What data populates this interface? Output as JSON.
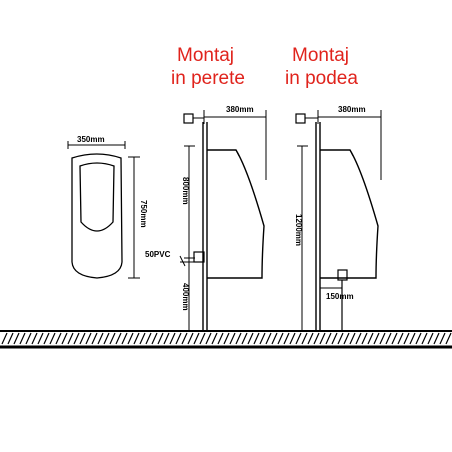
{
  "titles": {
    "wall_line1": "Montaj",
    "wall_line2": "in perete",
    "floor_line1": "Montaj",
    "floor_line2": "in podea"
  },
  "dimensions": {
    "front_width": "350mm",
    "front_height": "750mm",
    "wall_depth": "380mm",
    "wall_height_top": "800mm",
    "wall_height_bottom": "400mm",
    "wall_pipe": "50PVC",
    "floor_depth": "380mm",
    "floor_height": "1200mm",
    "floor_drain": "150mm"
  },
  "colors": {
    "title": "#e0231c",
    "lines": "#000000"
  }
}
